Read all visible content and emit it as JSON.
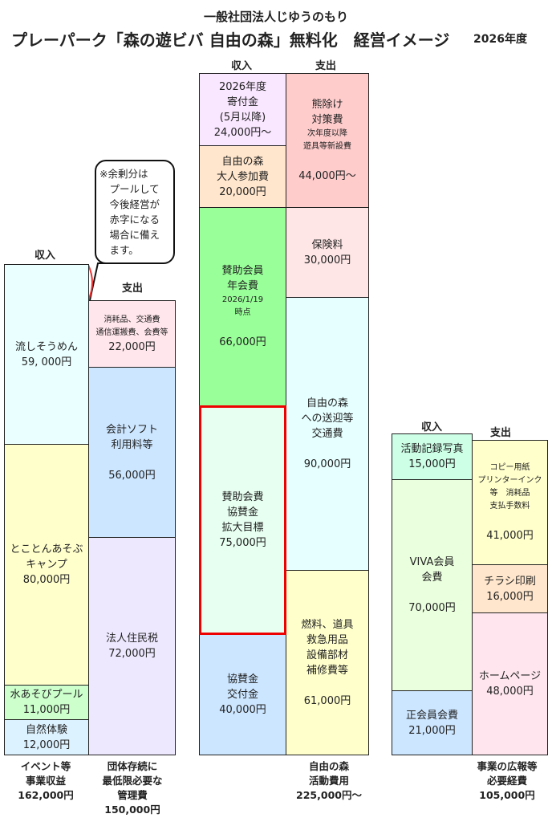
{
  "header": {
    "org": "一般社団法人じゆうのもり",
    "title": "プレーパーク「森の遊ビバ 自由の森」無料化　経営イメージ",
    "year": "2026年度"
  },
  "groups": [
    {
      "id": "event",
      "income_label": "収入",
      "expense_label": "支出",
      "income": [
        {
          "lines": [
            "流しそうめん",
            "59, 000円"
          ],
          "color": "#eaffff"
        },
        {
          "lines": [
            "とことんあそぶ",
            "キャンプ",
            "80,000円"
          ],
          "color": "#ffffcc"
        },
        {
          "lines": [
            "水あそびプール",
            "11,000円"
          ],
          "color": "#ccffcc"
        },
        {
          "lines": [
            "自然体験",
            "12,000円"
          ],
          "color": "#ddf2ff"
        }
      ],
      "expense": [
        {
          "lines": [
            "消耗品、交通費",
            "通信運搬費、会費等",
            "22,000円"
          ],
          "color": "#ffe6ec"
        },
        {
          "lines": [
            "会計ソフト",
            "利用料等",
            "",
            "56,000円"
          ],
          "color": "#cce6ff"
        },
        {
          "lines": [
            "法人住民税",
            "72,000円"
          ],
          "color": "#eee8ff"
        }
      ],
      "income_total": [
        "イベント等",
        "事業収益",
        "162,000円"
      ],
      "expense_total": [
        "団体存続に",
        "最低限必要な",
        "管理費",
        "150,000円"
      ],
      "callout": [
        "※余剰分は",
        "　プールして",
        "　今後経営が",
        "　赤字になる",
        "　場合に備え",
        "　ます。"
      ]
    },
    {
      "id": "forest",
      "income_label": "収入",
      "expense_label": "支出",
      "income": [
        {
          "lines": [
            "2026年度",
            "寄付金",
            "(5月以降)",
            "24,000円～"
          ],
          "color": "#f9e6ff"
        },
        {
          "lines": [
            "自由の森",
            "大人参加費",
            "20,000円"
          ],
          "color": "#ffe6cc"
        },
        {
          "lines": [
            "賛助会員",
            "年会費",
            "2026/1/19",
            "時点",
            "",
            "66,000円"
          ],
          "color": "#99ff99"
        },
        {
          "lines": [
            "賛助会費",
            "協賛金",
            "拡大目標",
            "75,000円"
          ],
          "color": "#e6fff0"
        },
        {
          "lines": [
            "協賛金",
            "交付金",
            "40,000円"
          ],
          "color": "#cce6ff"
        }
      ],
      "expense": [
        {
          "lines": [
            "熊除け",
            "対策費",
            "次年度以降",
            "遊具等新設費",
            "",
            "44,000円～"
          ],
          "color": "#ffcccc"
        },
        {
          "lines": [
            "保険料",
            "30,000円"
          ],
          "color": "#ffe6e6"
        },
        {
          "lines": [
            "自由の森",
            "への送迎等",
            "交通費",
            "",
            "90,000円"
          ],
          "color": "#e6ffff"
        },
        {
          "lines": [
            "燃料、道具",
            "救急用品",
            "設備部材",
            "補修費等",
            "",
            "61,000円"
          ],
          "color": "#ffffcc"
        }
      ],
      "expense_total": [
        "自由の森",
        "活動費用",
        "225,000円～"
      ]
    },
    {
      "id": "pr",
      "income_label": "収入",
      "expense_label": "支出",
      "income": [
        {
          "lines": [
            "活動記録写真",
            "15,000円"
          ],
          "color": "#ccffe6"
        },
        {
          "lines": [
            "VIVA会員",
            "会費",
            "",
            "70,000円"
          ],
          "color": "#eaffdd"
        },
        {
          "lines": [
            "正会員会費",
            "21,000円"
          ],
          "color": "#cce6ff"
        }
      ],
      "expense": [
        {
          "lines": [
            "コピー用紙",
            "プリンターインク",
            "等　消耗品",
            "支払手数料",
            "",
            "41,000円"
          ],
          "color": "#ffffcc"
        },
        {
          "lines": [
            "チラシ印刷",
            "16,000円"
          ],
          "color": "#ffe6cc"
        },
        {
          "lines": [
            "ホームページ",
            "48,000円"
          ],
          "color": "#ffe6ee"
        }
      ],
      "expense_total": [
        "事業の広報等",
        "必要経費",
        "105,000円"
      ]
    }
  ],
  "colors": {
    "highlight": "#ee0000"
  }
}
